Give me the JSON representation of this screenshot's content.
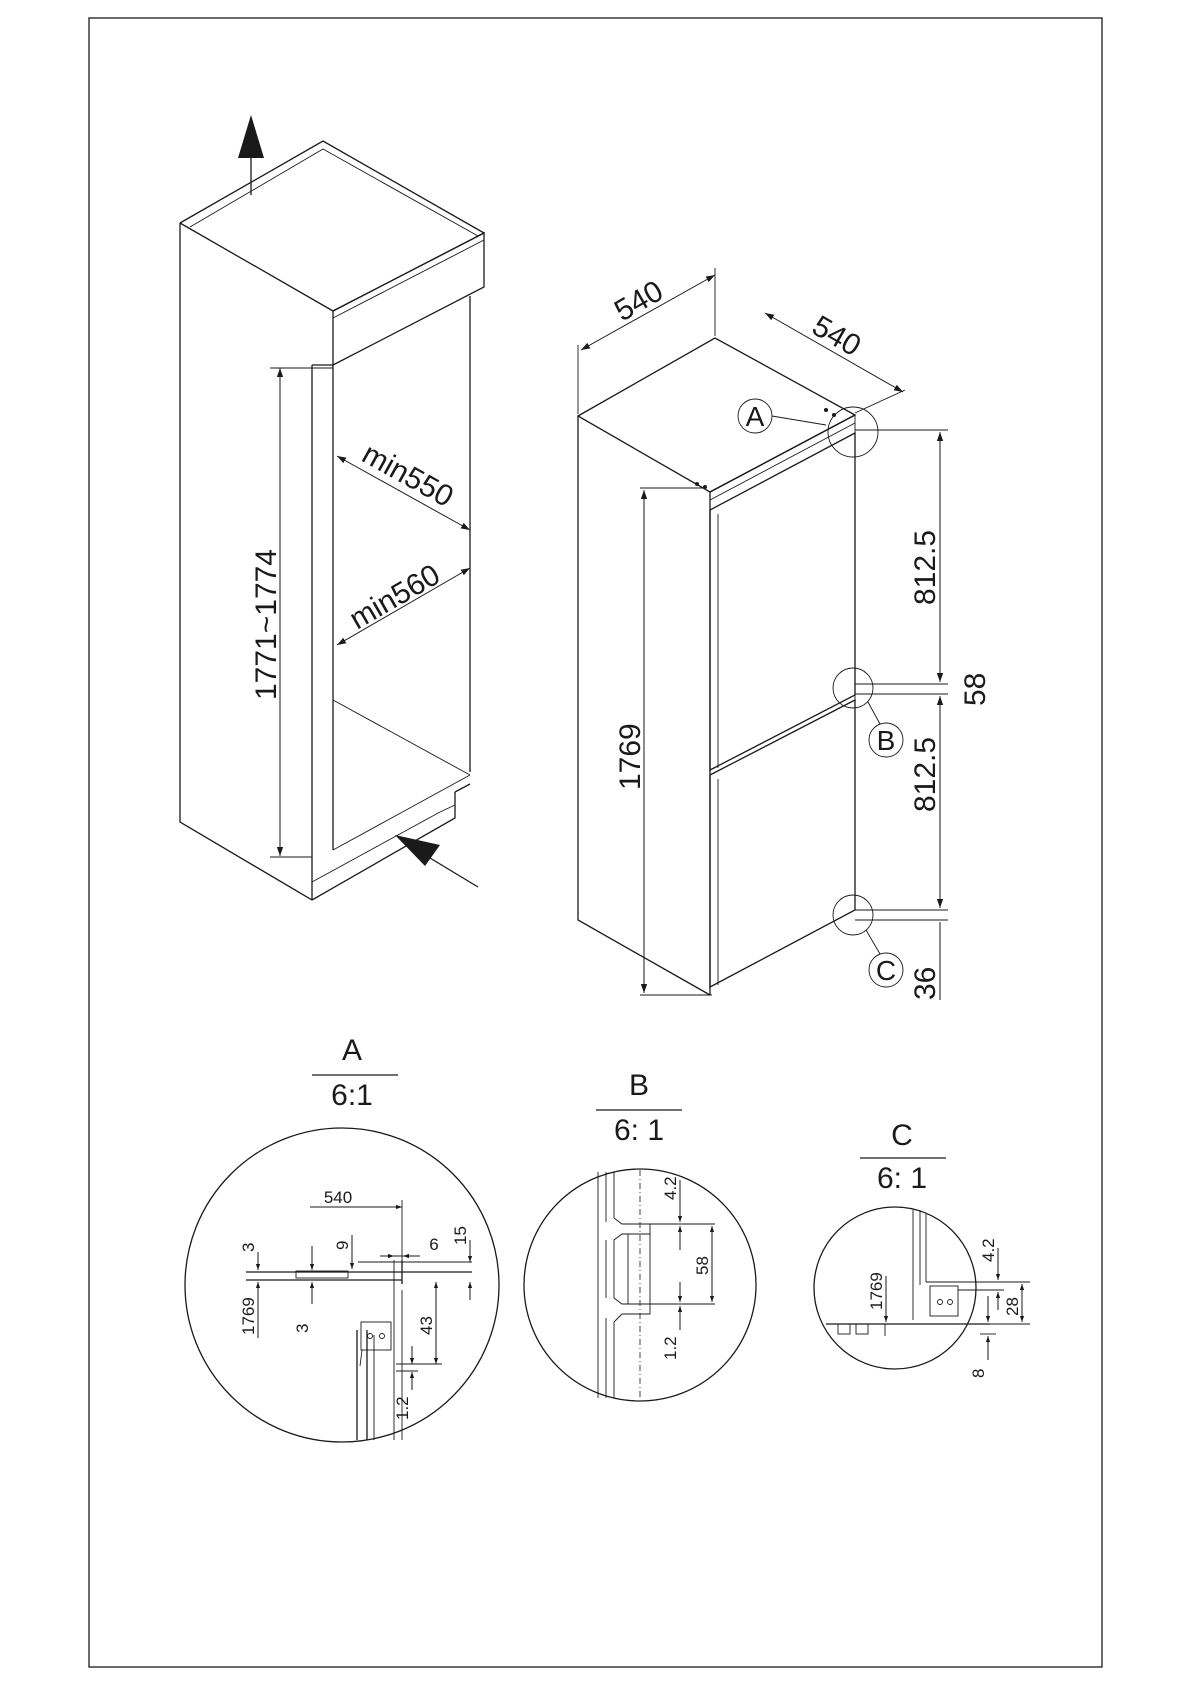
{
  "cabinet_drawing": {
    "height_range": "1771~1774",
    "depth_min": "min550",
    "width_min": "min560"
  },
  "appliance_drawing": {
    "width": "540",
    "depth": "540",
    "height": "1769",
    "upper_door": "812.5",
    "gap": "58",
    "lower_door": "812.5",
    "bottom": "36",
    "callout_a": "A",
    "callout_b": "B",
    "callout_c": "C"
  },
  "detail_a": {
    "letter": "A",
    "scale": "6:1",
    "dims": {
      "width": "540",
      "gap_9": "9",
      "gap_6": "6",
      "gap_15": "15",
      "gap_3_top": "3",
      "gap_3_bottom": "3",
      "height": "1769",
      "gap_43": "43",
      "gap_1_2": "1.2"
    }
  },
  "detail_b": {
    "letter": "B",
    "scale": "6: 1",
    "dims": {
      "gap_4_2": "4.2",
      "gap_58": "58",
      "gap_1_2": "1.2"
    }
  },
  "detail_c": {
    "letter": "C",
    "scale": "6: 1",
    "dims": {
      "height": "1769",
      "gap_4_2": "4.2",
      "gap_28": "28",
      "gap_8": "8"
    }
  }
}
